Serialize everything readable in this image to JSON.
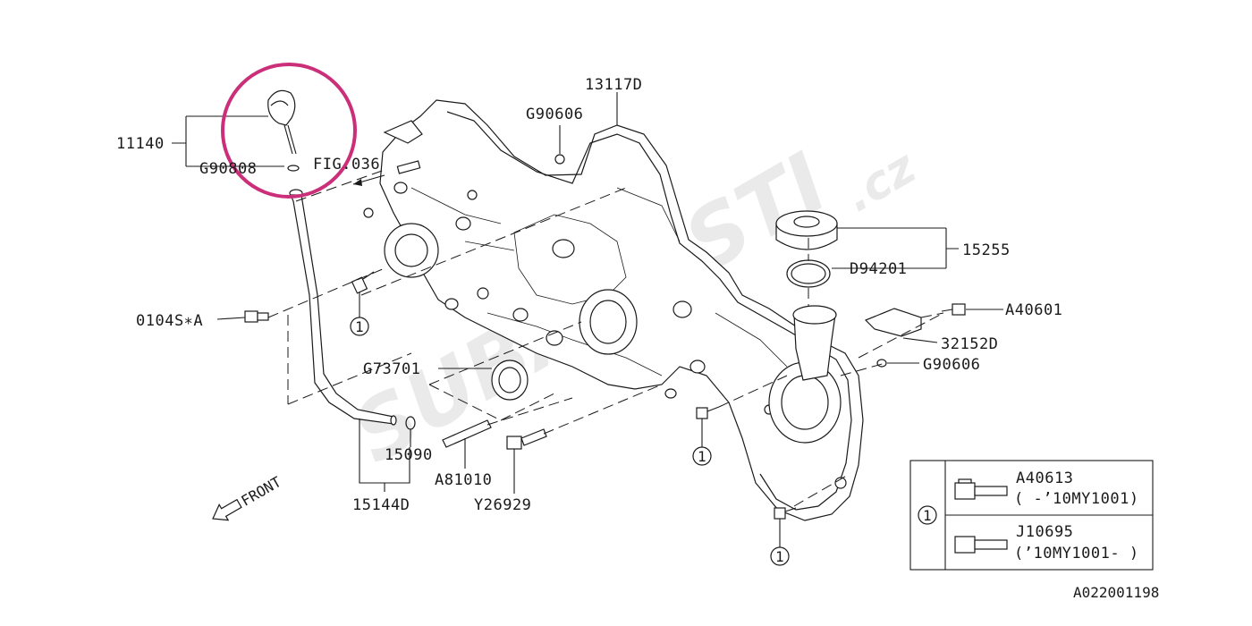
{
  "labels": {
    "p13117D": "13117D",
    "g90606_top": "G90606",
    "p11140": "11140",
    "g90808": "G90808",
    "fig036": "FIG.036",
    "p15255": "15255",
    "d94201": "D94201",
    "a40601": "A40601",
    "p32152D": "32152D",
    "g90606_right": "G90606",
    "p0104S": "0104S∗A",
    "g73701": "G73701",
    "p15090": "15090",
    "p15144D": "15144D",
    "a81010": "A81010",
    "y26929": "Y26929",
    "front": "FRONT",
    "ref_code": "A022001198"
  },
  "callouts": {
    "c1": "1",
    "c2": "1",
    "c3": "1",
    "legend": "1"
  },
  "legend": {
    "row1_part": "A40613",
    "row1_range": "( -’10MY1001)",
    "row2_part": "J10695",
    "row2_range": "(’10MY1001- )"
  },
  "watermark": {
    "main": "SUBARUSTI",
    "suffix": ".cz"
  },
  "colors": {
    "highlight_circle": "#cc2f7a",
    "line": "#1a1a1a",
    "watermark": "#d9d9d9"
  }
}
